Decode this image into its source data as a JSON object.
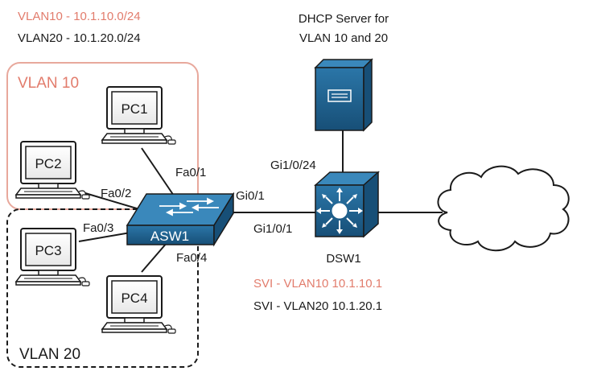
{
  "legend": {
    "vlan10": "VLAN10 - 10.1.10.0/24",
    "vlan20": "VLAN20 - 10.1.20.0/24"
  },
  "zones": {
    "vlan10": "VLAN 10",
    "vlan20": "VLAN 20"
  },
  "dhcp": {
    "line1": "DHCP Server for",
    "line2": "VLAN 10 and 20"
  },
  "devices": {
    "pc1": "PC1",
    "pc2": "PC2",
    "pc3": "PC3",
    "pc4": "PC4",
    "asw1": "ASW1",
    "dsw1": "DSW1"
  },
  "ports": {
    "asw_pc1": "Fa0/1",
    "asw_pc2": "Fa0/2",
    "asw_pc3": "Fa0/3",
    "asw_pc4": "Fa0/4",
    "asw_uplink": "Gi0/1",
    "dsw_downlink": "Gi1/0/1",
    "dsw_server": "Gi1/0/24"
  },
  "svi": {
    "vlan10": "SVI - VLAN10 10.1.10.1",
    "vlan20": "SVI - VLAN20 10.1.20.1"
  },
  "colors": {
    "vlan10": "#e27c6c",
    "device_blue": "#1b5e8a",
    "line": "#1a1a1a"
  }
}
